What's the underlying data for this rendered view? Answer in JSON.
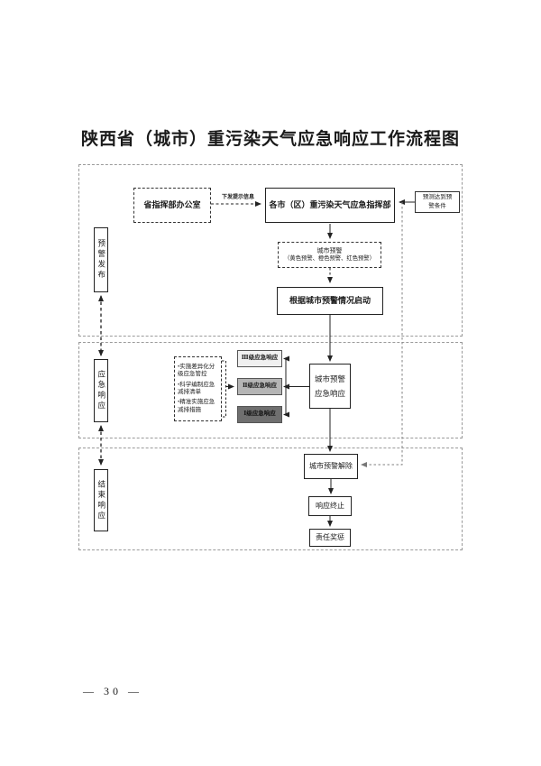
{
  "page": {
    "title": "陕西省（城市）重污染天气应急响应工作流程图",
    "page_number": "— 30 —"
  },
  "stages": [
    {
      "label": "预警发布"
    },
    {
      "label": "应急响应"
    },
    {
      "label": "结束响应"
    }
  ],
  "nodes": {
    "office": "省指挥部办公室",
    "dispatch_label": "下发提示信息",
    "hq": "各市（区）重污染天气应急指挥部",
    "forecast_line1": "预测达到预",
    "forecast_line2": "警条件",
    "city_warning_title": "城市预警",
    "city_warning_levels": "（黄色预警、橙色预警、红色预警）",
    "launch": "根据城市预警情况启动",
    "level3": "Ⅲ级应急响应",
    "level2": "Ⅱ级应急响应",
    "level1": "Ⅰ级应急响应",
    "measures": [
      "•实施差异化分级应急管控",
      "•科学编制应急减排清单",
      "•精准实施应急减排措施"
    ],
    "city_response_line1": "城市预警",
    "city_response_line2": "应急响应",
    "lift": "城市预警解除",
    "terminate": "响应终止",
    "reward": "责任奖惩"
  },
  "colors": {
    "line": "#222222",
    "section_border": "#9a9a9a",
    "feedback_line": "#808080",
    "level3_bg": "#f0f0f0",
    "level2_bg": "#b5b5b5",
    "level1_bg": "#6f6f6f"
  }
}
